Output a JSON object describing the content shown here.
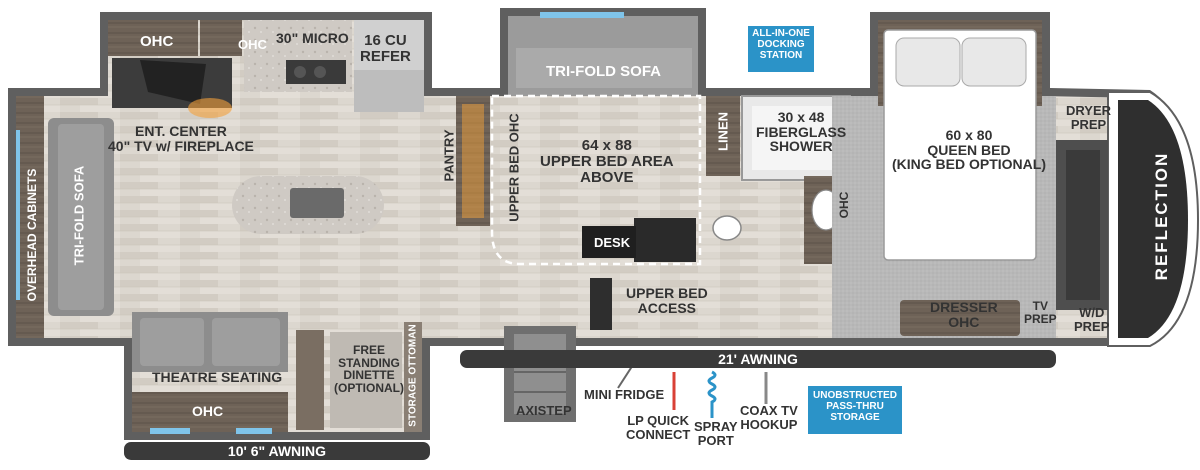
{
  "labels": {
    "ohc_kitchen": "OHC",
    "ohc_small": "OHC",
    "micro": "30\" MICRO",
    "refer": "16 CU\nREFER",
    "ent_center": "ENT. CENTER\n40\" TV w/ FIREPLACE",
    "pantry": "PANTRY",
    "overhead_cabinets": "OVERHEAD CABINETS",
    "trifold_sofa_left": "TRI-FOLD SOFA",
    "trifold_sofa_top": "TRI-FOLD SOFA",
    "upper_bed_ohc": "UPPER BED OHC",
    "upper_bed_area": "64 x 88\nUPPER BED AREA\nABOVE",
    "desk": "DESK",
    "upper_bed_access": "UPPER BED\nACCESS",
    "linen": "LINEN",
    "shower": "30 x 48\nFIBERGLASS\nSHOWER",
    "ohc_bath": "OHC",
    "queen_bed": "60 x 80\nQUEEN BED\n(KING BED OPTIONAL)",
    "dryer_prep": "DRYER\nPREP",
    "wd_prep": "W/D\nPREP",
    "dresser": "DRESSER\nOHC",
    "tv_prep": "TV\nPREP",
    "theatre_seating": "THEATRE SEATING",
    "ohc_theatre": "OHC",
    "dinette": "FREE\nSTANDING\nDINETTE\n(OPTIONAL)",
    "storage_ottoman": "STORAGE OTTOMAN",
    "awning_21": "21' AWNING",
    "awning_10": "10' 6\" AWNING",
    "axistep": "AXISTEP",
    "mini_fridge": "MINI FRIDGE",
    "lp_quick": "LP QUICK\nCONNECT",
    "spray_port": "SPRAY\nPORT",
    "coax": "COAX TV\nHOOKUP"
  },
  "badges": {
    "docking": "ALL-IN-ONE\nDOCKING\nSTATION",
    "passthru": "UNOBSTRUCTED\nPASS-THRU\nSTORAGE"
  },
  "brand": "REFLECTION",
  "colors": {
    "wall": "#5e5e5e",
    "floor_wood": "#d9d4cc",
    "carpet": "#b9b9b9",
    "accent_blue": "#2b93c8"
  }
}
